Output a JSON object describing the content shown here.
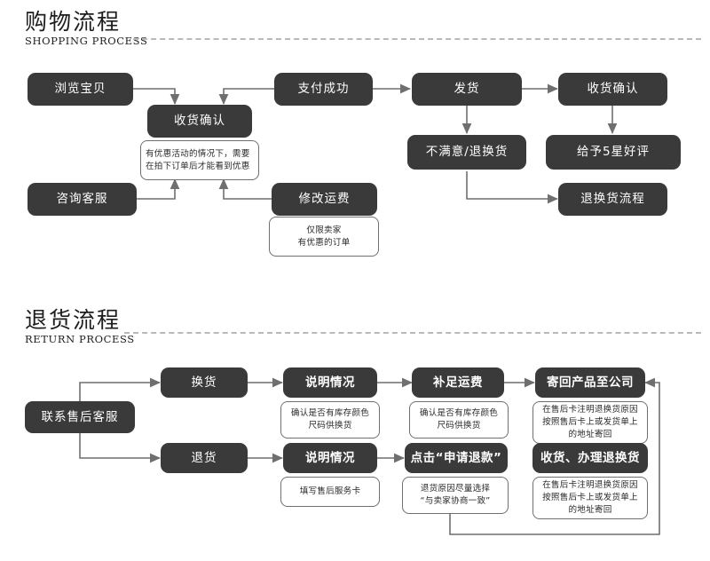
{
  "sections": [
    {
      "id": "shopping",
      "title_cn": "购物流程",
      "title_en": "SHOPPING PROCESS"
    },
    {
      "id": "return",
      "title_cn": "退货流程",
      "title_en": "RETURN PROCESS"
    }
  ],
  "shopping": {
    "nodes": {
      "browse": "浏览宝贝",
      "confirm_receipt_1": "收货确认",
      "pay_success": "支付成功",
      "ship": "发货",
      "confirm_receipt_2": "收货确认",
      "contact_service": "咨询客服",
      "modify_freight": "修改运费",
      "dissatisfied": "不满意/退换货",
      "five_star": "给予5星好评",
      "return_flow": "退换货流程"
    },
    "notes": {
      "discount": "有优惠活动的情况下，需要在拍下订单后才能看到优惠",
      "seller_only_l1": "仅限卖家",
      "seller_only_l2": "有优惠的订单"
    }
  },
  "return": {
    "nodes": {
      "contact_after_sales": "联系售后客服",
      "exchange": "换货",
      "refund": "退货",
      "explain_1": "说明情况",
      "explain_2": "说明情况",
      "extra_freight": "补足运费",
      "send_back": "寄回产品至公司",
      "click_refund": "点击“申请退款”",
      "receive_process": "收货、办理退换货"
    },
    "notes": {
      "stock_check_1_l1": "确认是否有库存颜色",
      "stock_check_1_l2": "尺码供换货",
      "stock_check_2_l1": "确认是否有库存颜色",
      "stock_check_2_l2": "尺码供换货",
      "send_back_l1": "在售后卡注明退换货原因",
      "send_back_l2": "按照售后卡上或发货单上",
      "send_back_l3": "的地址寄回",
      "fill_card": "填写售后服务卡",
      "refund_reason_l1": "退货原因尽量选择",
      "refund_reason_l2": "“与卖家协商一致”",
      "receive_l1": "在售后卡注明退换货原因",
      "receive_l2": "按照售后卡上或发货单上",
      "receive_l3": "的地址寄回"
    }
  },
  "colors": {
    "node_bg": "#3a3a3a",
    "node_text": "#ffffff",
    "note_border": "#6f6f6f",
    "wire": "#6f6f6f",
    "rule": "#b9b9b9",
    "page_bg": "#ffffff"
  }
}
